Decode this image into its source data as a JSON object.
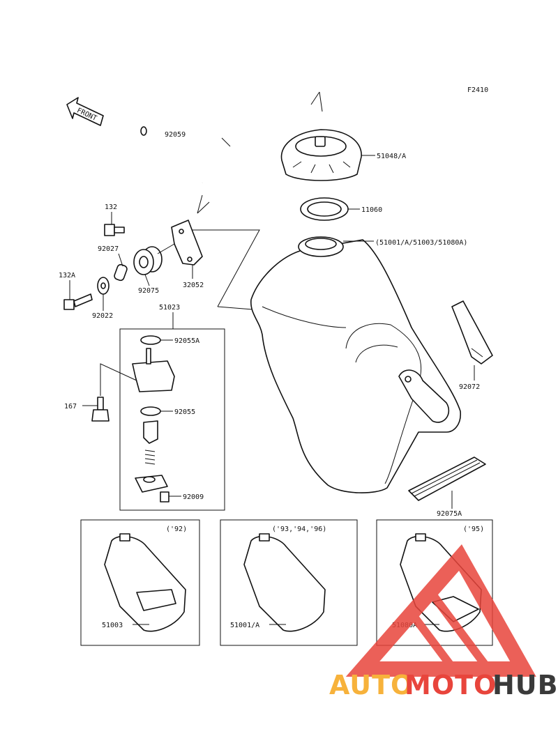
{
  "figure_code": "F2410",
  "front_label": "FRONT",
  "parts": {
    "hose": "92059",
    "cap": "51048/A",
    "gasket": "11060",
    "tank": "(51001/A/51003/51080A)",
    "bolt_132": "132",
    "collar": "92027",
    "damper": "92075",
    "bracket": "32052",
    "bolt_132a": "132A",
    "washer": "92022",
    "fuel_cock": "51023",
    "oring_a": "92055A",
    "bolt_167": "167",
    "oring": "92055",
    "screw": "92009",
    "band": "92072",
    "pad": "92075A"
  },
  "variants": [
    {
      "years": "('92)",
      "part": "51003"
    },
    {
      "years": "('93,'94,'96)",
      "part": "51001/A"
    },
    {
      "years": "('95)",
      "part": "51080A"
    }
  ],
  "watermark": {
    "auto": "AUTO",
    "moto": "MOTO",
    "hub": "HUB",
    "colors": {
      "auto": "#f7b23b",
      "moto": "#e8453c",
      "hub": "#3a3a3a",
      "triangle": "#e8453c"
    }
  }
}
